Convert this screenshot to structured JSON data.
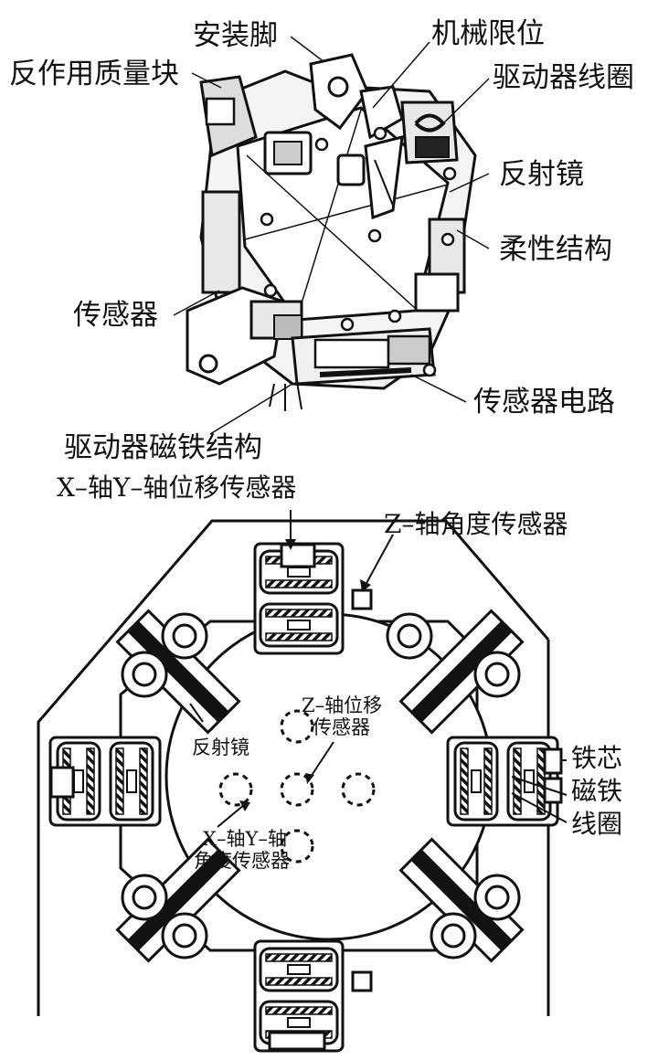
{
  "top_figure": {
    "labels": {
      "mount_feet": "安装脚",
      "mechanical_stop": "机械限位",
      "reaction_mass": "反作用质量块",
      "actuator_coil": "驱动器线圈",
      "mirror": "反射镜",
      "flexure": "柔性结构",
      "sensor": "传感器",
      "sensor_circuit": "传感器电路",
      "actuator_magnet": "驱动器磁铁结构"
    }
  },
  "bottom_figure": {
    "labels": {
      "xy_displacement_sensor": "X–轴Y–轴位移传感器",
      "z_angle_sensor": "Z–轴角度传感器",
      "mirror": "反射镜",
      "z_displacement_sensor_line1": "Z–轴位移",
      "z_displacement_sensor_line2": "传感器",
      "xy_angle_sensor_line1": "X–轴Y–轴",
      "xy_angle_sensor_line2": "角度传感器",
      "iron_core": "铁芯",
      "magnet": "磁铁",
      "coil": "线圈"
    }
  }
}
